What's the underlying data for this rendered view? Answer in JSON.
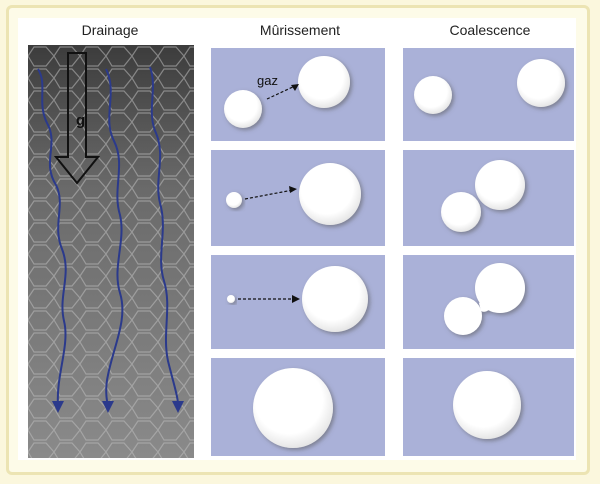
{
  "headers": {
    "drainage": "Drainage",
    "murissement": "Mûrissement",
    "coalescence": "Coalescence"
  },
  "labels": {
    "gravity": "g",
    "gas": "gaz"
  },
  "colors": {
    "page_bg": "#fbf7dd",
    "cell_bg": "#aab1d8",
    "stream_line": "#2b3a8c",
    "bubble": "#ffffff"
  }
}
